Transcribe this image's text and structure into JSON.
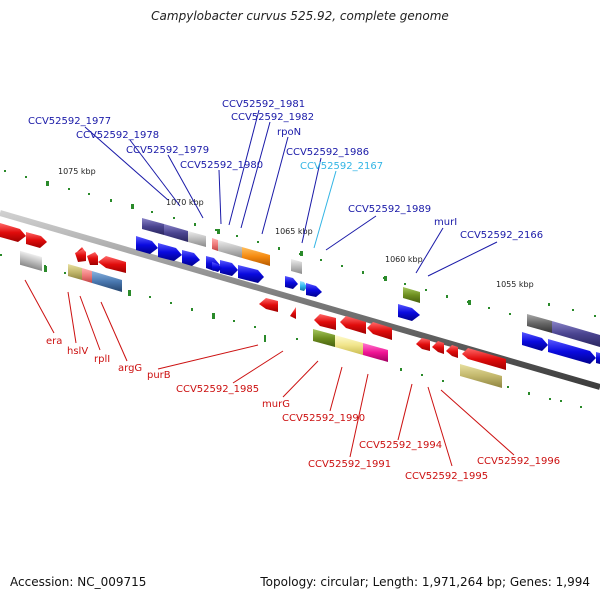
{
  "title": "Campylobacter curvus 525.92, complete genome",
  "accession": "Accession: NC_009715",
  "topology": "Topology: circular; Length: 1,971,264 bp; Genes: 1,994",
  "ticks": [
    "1075 kbp",
    "1070 kbp",
    "1065 kbp",
    "1060 kbp",
    "1055 kbp"
  ],
  "labels": {
    "ccv1977": "CCV52592_1977",
    "ccv1978": "CCV52592_1978",
    "ccv1979": "CCV52592_1979",
    "ccv1980": "CCV52592_1980",
    "ccv1981": "CCV52592_1981",
    "ccv1982": "CCV52592_1982",
    "rpoN": "rpoN",
    "ccv1986": "CCV52592_1986",
    "ccv2167": "CCV52592_2167",
    "ccv1989": "CCV52592_1989",
    "murI": "murI",
    "ccv2166": "CCV52592_2166",
    "era": "era",
    "hslV": "hslV",
    "rplI": "rplI",
    "argG": "argG",
    "purB": "purB",
    "ccv1985": "CCV52592_1985",
    "murG": "murG",
    "ccv1990": "CCV52592_1990",
    "ccv1991": "CCV52592_1991",
    "ccv1994": "CCV52592_1994",
    "ccv1995": "CCV52592_1995",
    "ccv1996": "CCV52592_1996"
  },
  "colors": {
    "backbone": "#8c8c8c",
    "forward_gene": "#1010e6",
    "reverse_gene": "#e11717",
    "forward_label": "#1a1aa8",
    "reverse_label": "#cc1111",
    "highlight_label": "#33b5e5",
    "tick_green": "#2a8a2a"
  }
}
